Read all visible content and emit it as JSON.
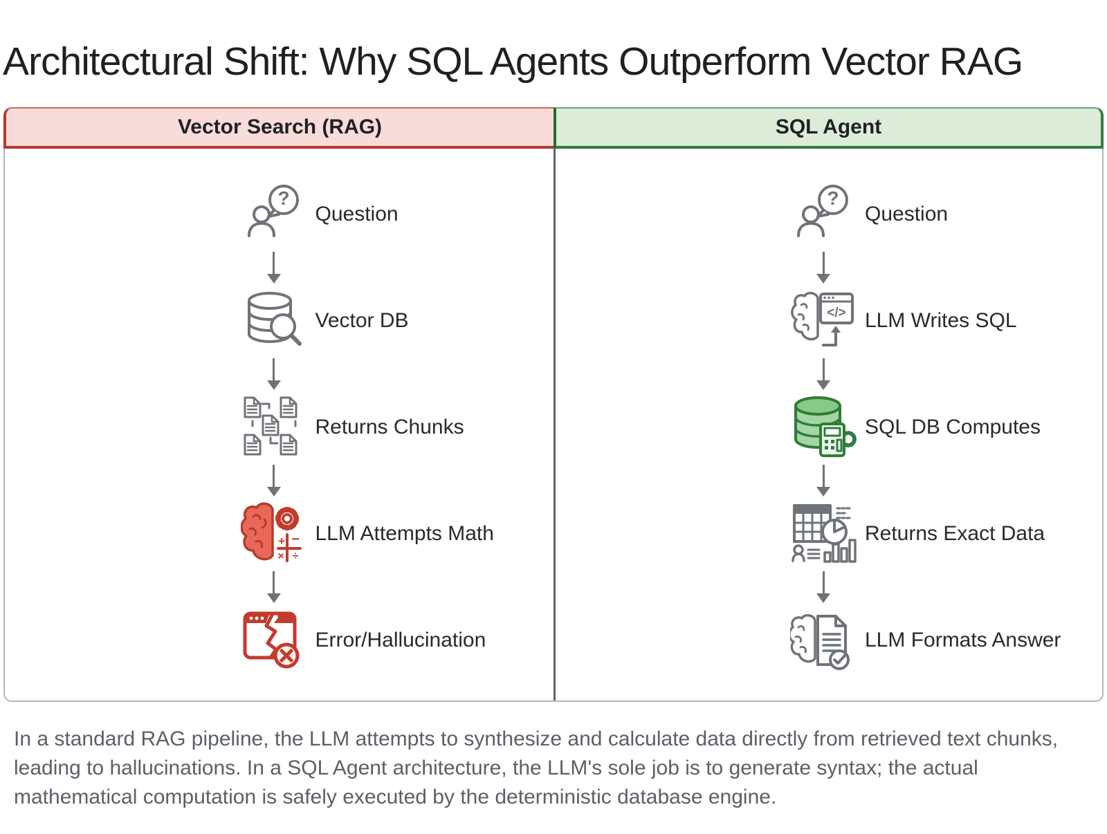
{
  "page": {
    "title": "Architectural Shift: Why SQL Agents Outperform Vector RAG"
  },
  "colors": {
    "rag_header_bg": "#f8dcda",
    "rag_accent": "#b03a2e",
    "sql_header_bg": "#ddecd9",
    "sql_accent": "#2e7d42",
    "icon_gray": "#6f7377",
    "icon_red": "#c23b2d",
    "icon_green": "#2e7d42",
    "body_text": "#5a6067"
  },
  "columns": [
    {
      "header": "Vector Search (RAG)",
      "steps": [
        {
          "icon": "person-question-icon",
          "label": "Question"
        },
        {
          "icon": "vector-db-search-icon",
          "label": "Vector DB"
        },
        {
          "icon": "document-chunks-icon",
          "label": "Returns Chunks"
        },
        {
          "icon": "brain-math-icon",
          "label": "LLM Attempts Math"
        },
        {
          "icon": "broken-window-error-icon",
          "label": "Error/Hallucination"
        }
      ]
    },
    {
      "header": "SQL Agent",
      "steps": [
        {
          "icon": "person-question-icon",
          "label": "Question"
        },
        {
          "icon": "brain-code-icon",
          "label": "LLM Writes SQL"
        },
        {
          "icon": "sql-db-calculator-icon",
          "label": "SQL DB Computes"
        },
        {
          "icon": "table-charts-icon",
          "label": "Returns Exact Data"
        },
        {
          "icon": "brain-document-check-icon",
          "label": "LLM Formats Answer"
        }
      ]
    }
  ],
  "footer": {
    "text": "In a standard RAG pipeline, the LLM attempts to synthesize and calculate data directly from retrieved text chunks, leading to hallucinations. In a SQL Agent architecture, the LLM's sole job is to generate syntax; the actual mathematical computation is safely executed by the deterministic database engine."
  }
}
